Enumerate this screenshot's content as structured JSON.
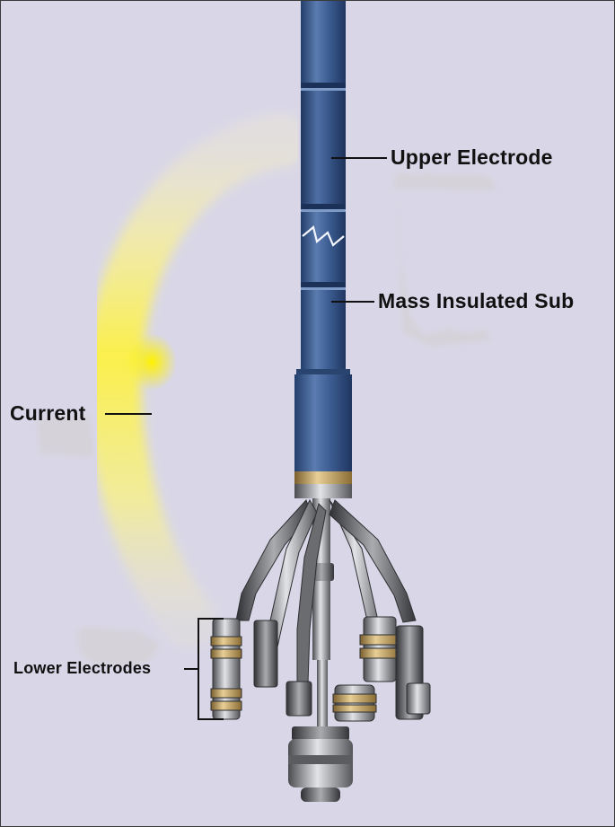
{
  "diagram": {
    "labels": {
      "upper_electrode": "Upper Electrode",
      "mass_insulated_sub": "Mass Insulated Sub",
      "current": "Current",
      "lower_electrodes": "Lower Electrodes"
    },
    "colors": {
      "background": "#d9d7e7",
      "tool_body": "#3b5a8e",
      "current_glow": "#ffee00",
      "brass_band": "#c8a76a",
      "steel": "#8d8f92"
    }
  }
}
